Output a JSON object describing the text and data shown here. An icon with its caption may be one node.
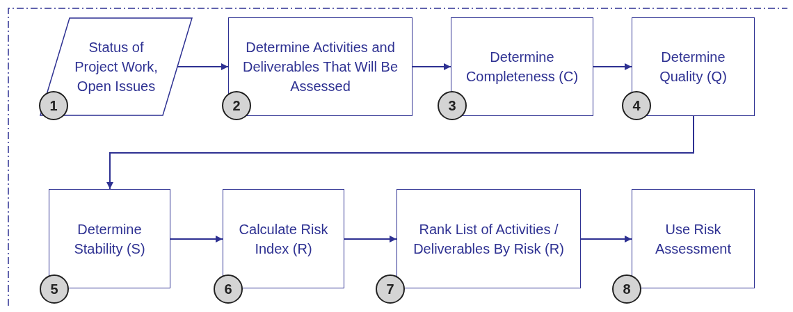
{
  "diagram": {
    "nodes": [
      {
        "text": [
          "Status of Project Work, Open Issues"
        ]
      },
      {
        "text": [
          "1"
        ]
      },
      {
        "text": [
          "Determine Activities and Deliverables That Will Be Assessed"
        ]
      },
      {
        "text": [
          "2"
        ]
      },
      {
        "text": [
          "Determine Completeness (C)"
        ]
      },
      {
        "text": [
          "3"
        ]
      },
      {
        "text": [
          "Determine Quality (Q)"
        ]
      },
      {
        "text": [
          "4"
        ]
      },
      {
        "text": [
          "Determine Stability (S)"
        ]
      },
      {
        "text": [
          "5"
        ]
      },
      {
        "text": [
          "Calculate Risk Index (R)"
        ]
      },
      {
        "text": [
          "6"
        ]
      },
      {
        "text": [
          "Rank List of Activities / Deliverables By Risk (R)"
        ]
      },
      {
        "text": [
          "7"
        ]
      },
      {
        "text": [
          "Use Risk Assessment"
        ]
      },
      {
        "text": [
          "8"
        ]
      }
    ],
    "edges": [
      {
        "from": 0,
        "to": 2,
        "arrow": "to"
      },
      {
        "from": 2,
        "to": 4,
        "arrow": "to"
      },
      {
        "from": 4,
        "to": 6,
        "arrow": "to"
      },
      {
        "from": 6,
        "to": 8,
        "arrow": "to"
      },
      {
        "from": 8,
        "to": 10,
        "arrow": "to"
      },
      {
        "from": 10,
        "to": 12,
        "arrow": "to"
      },
      {
        "from": 12,
        "to": 14,
        "arrow": "to"
      }
    ]
  }
}
